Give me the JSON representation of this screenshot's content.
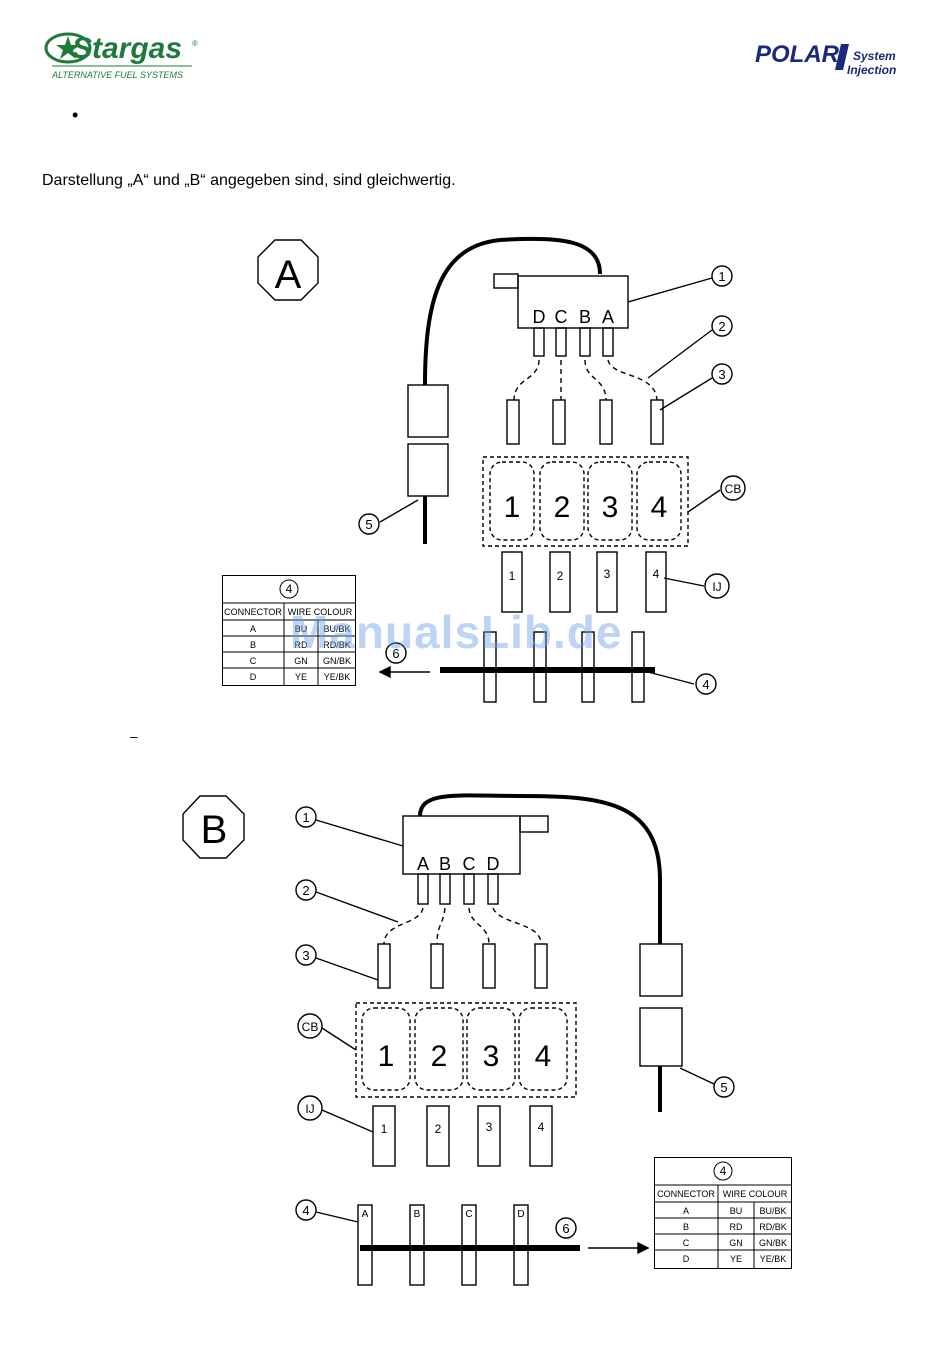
{
  "header": {
    "left_logo": {
      "name": "Stargas",
      "reg": "®",
      "tagline": "ALTERNATIVE FUEL SYSTEMS"
    },
    "right_logo": {
      "name": "POLAR",
      "line1": "System",
      "line2": "Injection"
    }
  },
  "bullet": "•",
  "intro_text": "Darstellung „A“ und „B“ angegeben sind, sind gleichwertig.",
  "dash": "–",
  "watermark": "ManualsLib.de",
  "diagram_a": {
    "label": "A",
    "rail_letters": [
      "D",
      "C",
      "B",
      "A"
    ],
    "cylinders": [
      "1",
      "2",
      "3",
      "4"
    ],
    "callouts": {
      "c1": "1",
      "c2": "2",
      "c3": "3",
      "c4": "4",
      "c5": "5",
      "c6": "6",
      "cb": "CB",
      "ij": "IJ"
    }
  },
  "diagram_b": {
    "label": "B",
    "rail_letters": [
      "A",
      "B",
      "C",
      "D"
    ],
    "cylinders": [
      "1",
      "2",
      "3",
      "4"
    ],
    "callouts": {
      "c1": "1",
      "c2": "2",
      "c3": "3",
      "c4": "4",
      "c5": "5",
      "c6": "6",
      "cb": "CB",
      "ij": "IJ"
    }
  },
  "wire_table": {
    "number": "4",
    "headers": [
      "CONNECTOR",
      "WIRE COLOUR",
      ""
    ],
    "rows": [
      [
        "A",
        "BU",
        "BU/BK"
      ],
      [
        "B",
        "RD",
        "RD/BK"
      ],
      [
        "C",
        "GN",
        "GN/BK"
      ],
      [
        "D",
        "YE",
        "YE/BK"
      ]
    ]
  },
  "colors": {
    "logo_green": "#1f7a3a",
    "logo_navy": "#1a2a7a",
    "watermark": "#6ea0e6"
  }
}
